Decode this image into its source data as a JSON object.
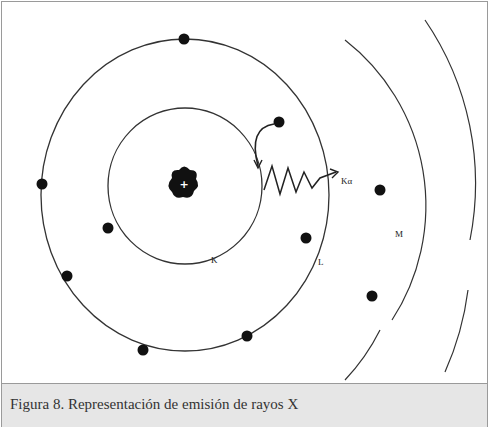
{
  "diagram": {
    "caption": "Figura 8. Representación de emisión de rayos X",
    "labels": [
      "+",
      "K",
      "L",
      "M",
      "Kα"
    ]
  }
}
